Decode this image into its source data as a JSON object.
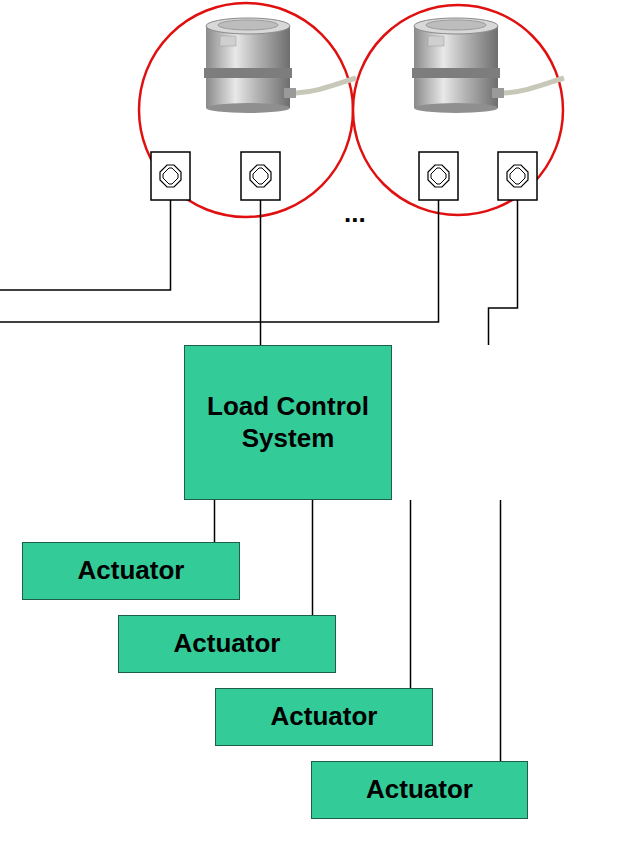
{
  "diagram": {
    "nodes": [
      {
        "text": [
          "Load Control System"
        ]
      },
      {
        "text": [
          "Actuator"
        ]
      },
      {
        "text": [
          "Actuator"
        ]
      },
      {
        "text": [
          "Actuator"
        ]
      },
      {
        "text": [
          "Actuator"
        ]
      }
    ],
    "edges": [
      {
        "from": 0,
        "to": 1,
        "arrow": "none"
      },
      {
        "from": 0,
        "to": 2,
        "arrow": "none"
      },
      {
        "from": 0,
        "to": 3,
        "arrow": "none"
      },
      {
        "from": 0,
        "to": 4,
        "arrow": "none"
      }
    ],
    "labels": [
      "..."
    ]
  }
}
